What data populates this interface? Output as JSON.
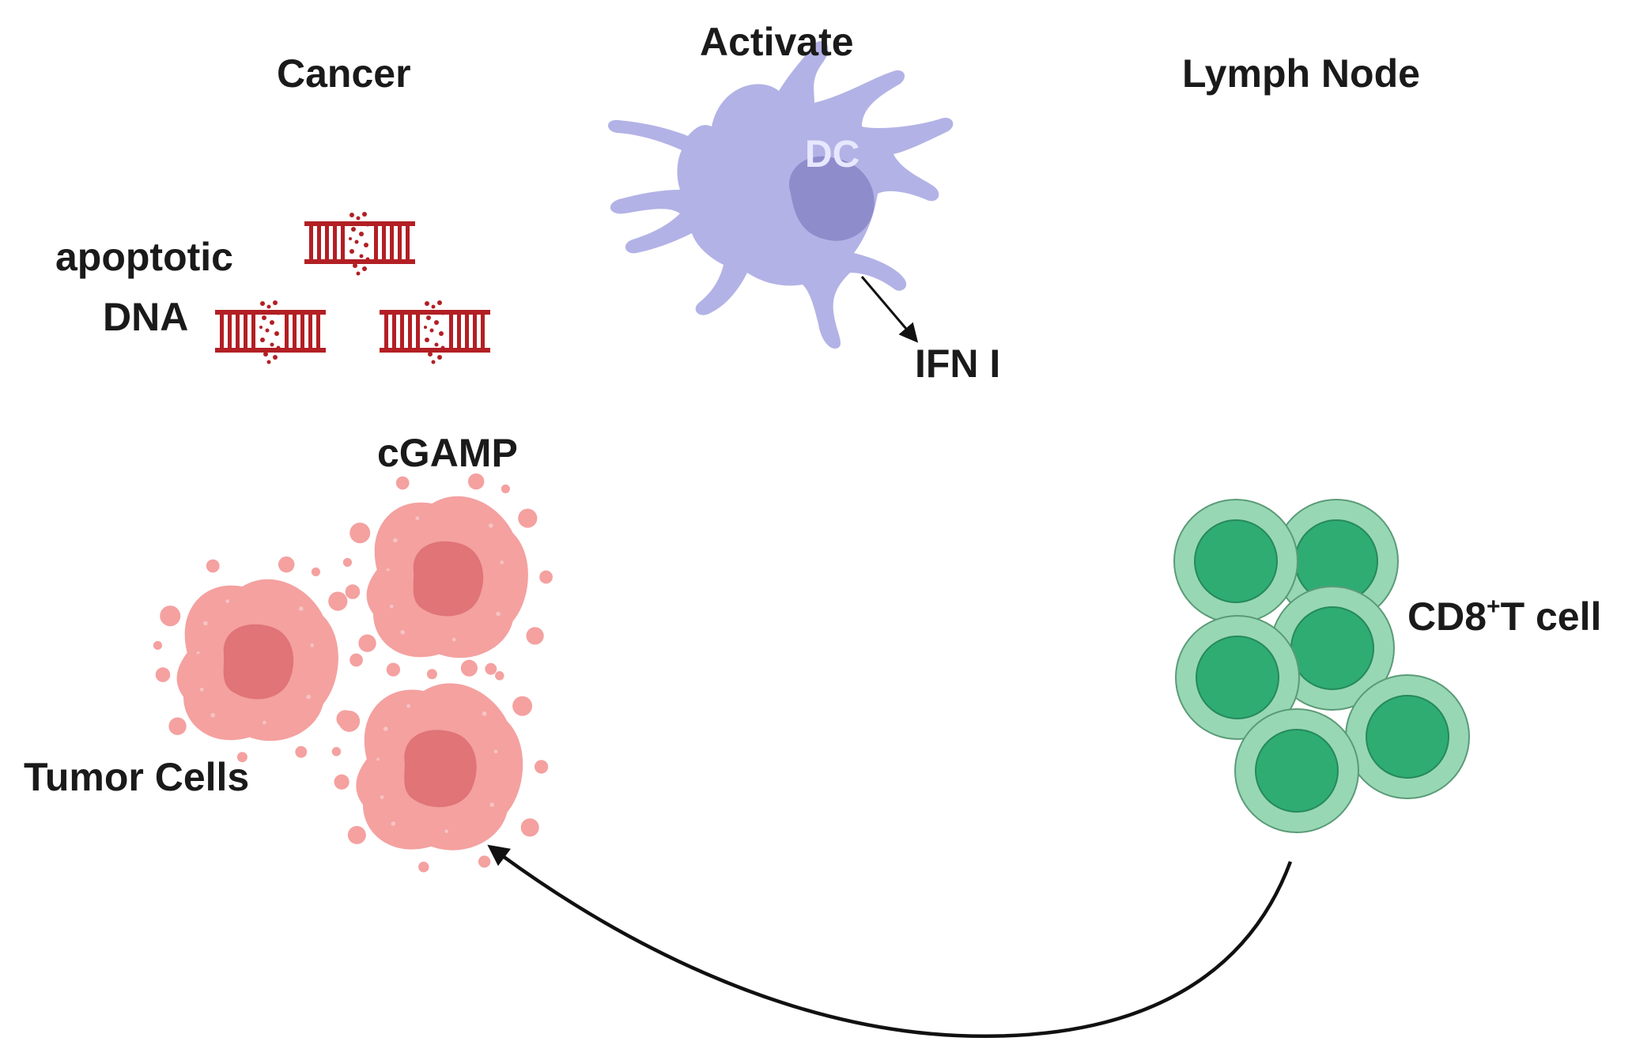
{
  "labels": {
    "cancer": "Cancer",
    "activate": "Activate",
    "lymph_node": "Lymph Node",
    "apoptotic": "apoptotic",
    "dna": "DNA",
    "dc": "DC",
    "ifn": "IFN I",
    "cgamp": "cGAMP",
    "tumor_cells": "Tumor Cells",
    "cd8_main": "CD8",
    "cd8_sup": "+",
    "cd8_rest": "T cell"
  },
  "colors": {
    "dna": "#b21f24",
    "dc_body": "#b3b2e6",
    "dc_nucleus": "#8e8ccb",
    "tumor_body": "#f4a1a0",
    "tumor_nucleus": "#e07476",
    "tcell_outer": "#98d7b4",
    "tcell_inner": "#2fac72",
    "tcell_stroke": "#5a9b77",
    "arrow": "#111111"
  }
}
